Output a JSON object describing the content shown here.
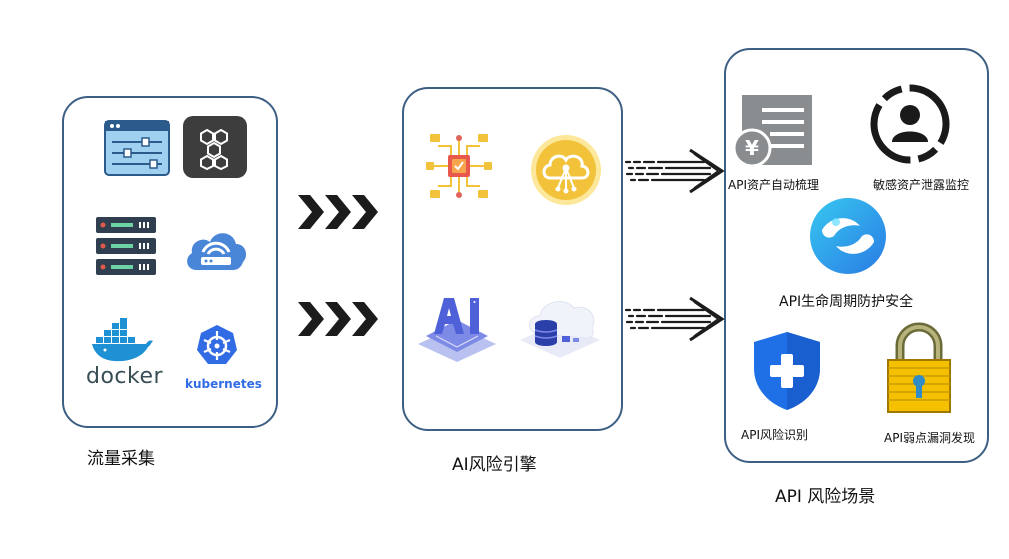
{
  "stage1": {
    "title": "流量采集",
    "docker_label": "docker",
    "kubernetes_label": "kubernetes",
    "icons": [
      "control-panel-icon",
      "hexagon-cluster-icon",
      "server-rack-icon",
      "cloud-router-icon",
      "docker-whale-icon",
      "kubernetes-wheel-icon"
    ]
  },
  "stage2": {
    "title": "AI风险引擎",
    "icons": [
      "circuit-board-icon",
      "cloud-network-icon",
      "ai-chip-icon",
      "database-cloud-icon"
    ]
  },
  "stage3": {
    "title": "API 风险场景",
    "items": [
      {
        "label": "API资产自动梳理",
        "icon": "document-yuan-icon"
      },
      {
        "label": "敏感资产泄露监控",
        "icon": "user-circle-icon"
      },
      {
        "label": "API生命周期防护安全",
        "icon": "swirl-logo-icon"
      },
      {
        "label": "API风险识别",
        "icon": "shield-plus-icon"
      },
      {
        "label": "API弱点漏洞发现",
        "icon": "padlock-icon"
      }
    ]
  },
  "colors": {
    "panel_border": "#3e5f84",
    "arrow": "#1c1c1c",
    "ai_yellow": "#f2c23a",
    "ai_blue": "#4f61d8",
    "shield_blue": "#1f6fe6",
    "lock_yellow": "#f5c000"
  }
}
